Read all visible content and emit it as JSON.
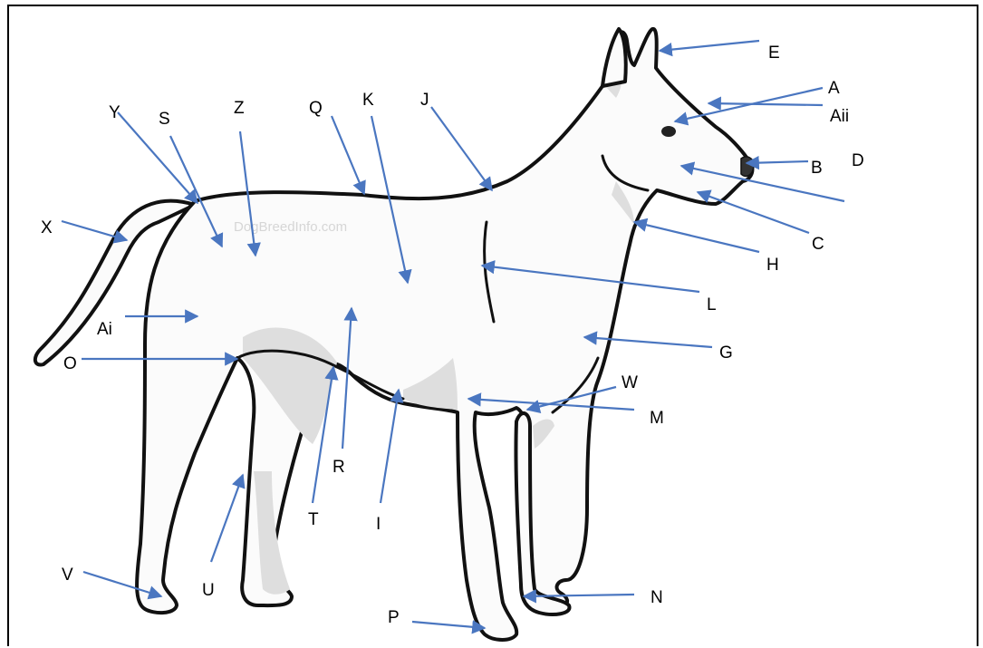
{
  "watermark": "DogBreedInfo.com",
  "labels": {
    "E": "E",
    "A": "A",
    "Aii": "Aii",
    "B": "B",
    "D": "D",
    "C": "C",
    "H": "H",
    "L": "L",
    "G": "G",
    "W": "W",
    "M": "M",
    "N": "N",
    "P": "P",
    "I": "I",
    "R": "R",
    "T": "T",
    "U": "U",
    "V": "V",
    "O": "O",
    "Ai": "Ai",
    "X": "X",
    "Y": "Y",
    "S": "S",
    "Z": "Z",
    "Q": "Q",
    "K": "K",
    "J": "J"
  },
  "colors": {
    "arrow": "#4a76c0",
    "outline": "#111111",
    "shade": "#dedede"
  }
}
